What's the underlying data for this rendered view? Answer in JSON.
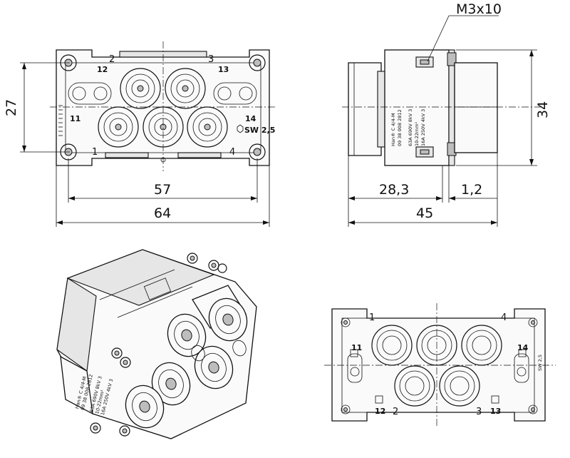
{
  "front_view": {
    "dim_height": "27",
    "dim_inner_width": "57",
    "dim_outer_width": "64",
    "pin_labels": [
      "1",
      "2",
      "3",
      "4",
      "11",
      "12",
      "13",
      "14"
    ],
    "wrench_label": "SW 2,5"
  },
  "side_view": {
    "screw_callout": "M3x10",
    "dim_height": "34",
    "dim_depth": "28,3",
    "dim_flange": "1,2",
    "dim_total": "45",
    "label_lines": [
      "Han® C 4/4-M",
      "09 38 008 2812",
      "63A 690V 8kV 3",
      "10-22mm²",
      "16A 250V 4kV 3"
    ]
  },
  "rear_view": {
    "pin_labels": [
      "1",
      "2",
      "3",
      "4",
      "11",
      "12",
      "13",
      "14"
    ],
    "wrench_label": "SW 2,5"
  },
  "iso_view": {
    "label_lines": [
      "Han® C 4/4-M",
      "09 38 008 2812",
      "63A 690V 8kV 3",
      "10-22mm²",
      "16A 250V 4kV 3"
    ]
  }
}
